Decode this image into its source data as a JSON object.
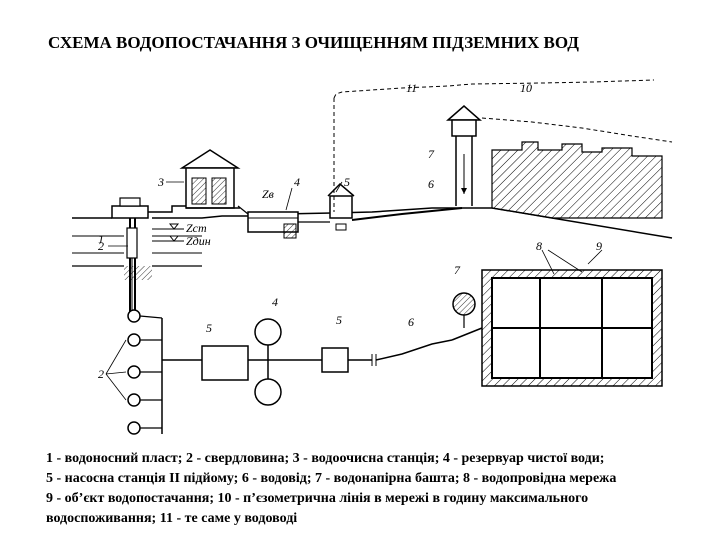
{
  "title": "СХЕМА ВОДОПОСТАЧАННЯ З ОЧИЩЕННЯМ ПІДЗЕМНИХ ВОД",
  "legend_lines": [
    "1 - водоносний пласт; 2 - свердловина; 3 - водоочисна станція; 4 - резервуар чистої води;",
    "5 - насосна станція ІІ підйому; 6 - водовід; 7 - водонапірна башта; 8 - водопровідна мережа",
    "9 - об’єкт водопостачання; 10 - п’єзометрична лінія в мережі в годину максимального",
    "водоспоживання; 11 - те саме у водоводі"
  ],
  "diagram_labels": {
    "n1": "1",
    "n2": "2",
    "n3": "3",
    "n4": "4",
    "n5": "5",
    "n6": "6",
    "n7": "7",
    "n8": "8",
    "n9": "9",
    "n10": "10",
    "n11": "11",
    "zst": "Zст",
    "zdyn": "Zдин",
    "zv": "Zв"
  }
}
